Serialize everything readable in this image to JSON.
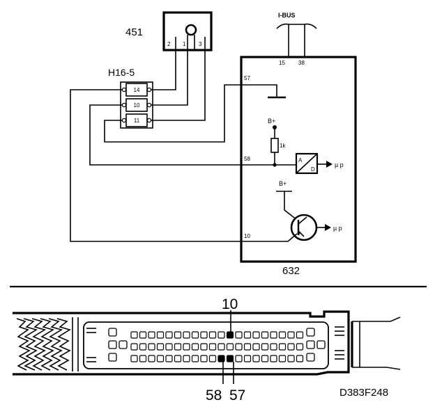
{
  "components": {
    "sensor": {
      "id": "451",
      "pins": [
        "2",
        "1",
        "3"
      ]
    },
    "connector": {
      "id": "H16-5",
      "pins": [
        "14",
        "10",
        "11"
      ]
    },
    "control_module": {
      "id": "632",
      "pins": {
        "ground": "57",
        "input_a": "58",
        "input_b": "10",
        "bus_1": "15",
        "bus_2": "38"
      },
      "bus_label": "I-BUS",
      "supply_1": "B+",
      "supply_2": "B+",
      "resistor": "1k",
      "converter_a": "A",
      "converter_d": "D",
      "mcu_1": "µ p",
      "mcu_2": "µ p"
    }
  },
  "connector_view": {
    "pin_labels": [
      "10",
      "58",
      "57"
    ],
    "figure_code": "D383F248"
  }
}
